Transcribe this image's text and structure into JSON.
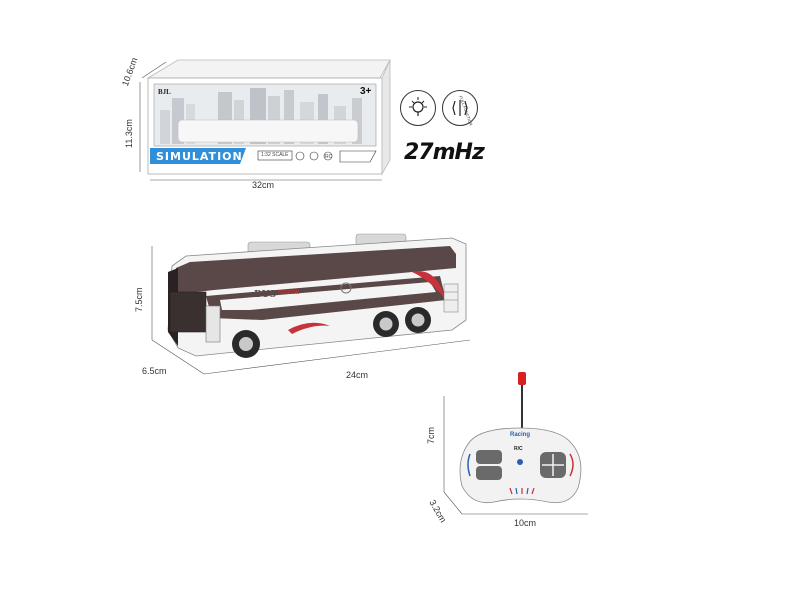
{
  "box": {
    "label": "SIMULATION",
    "brand": "BJL",
    "age": "3+",
    "scale": "1:32 SCALE",
    "rc": "RC",
    "dim_height": "10.6cm",
    "dim_depth": "11.3cm",
    "dim_width": "32cm"
  },
  "features": {
    "light_icon": "bulb-icon",
    "function_icon": "full-function-icon",
    "function_label": "FULL FUNCTION",
    "frequency": "27mHz"
  },
  "bus": {
    "text": "BUS",
    "subtext": "STATION",
    "dim_height": "7.5cm",
    "dim_width": "24cm",
    "dim_depth": "6.5cm",
    "colors": {
      "body": "#f4f4f4",
      "stripe": "#5a4848",
      "accent": "#c8323a"
    }
  },
  "remote": {
    "brand": "Racing",
    "label": "R/C",
    "dim_height": "7cm",
    "dim_width": "10cm",
    "dim_depth": "3.2cm",
    "colors": {
      "antenna_tip": "#d82020",
      "body": "#f2f2f2",
      "buttons": "#6a6a6a",
      "accent": "#2a5fb0"
    }
  }
}
